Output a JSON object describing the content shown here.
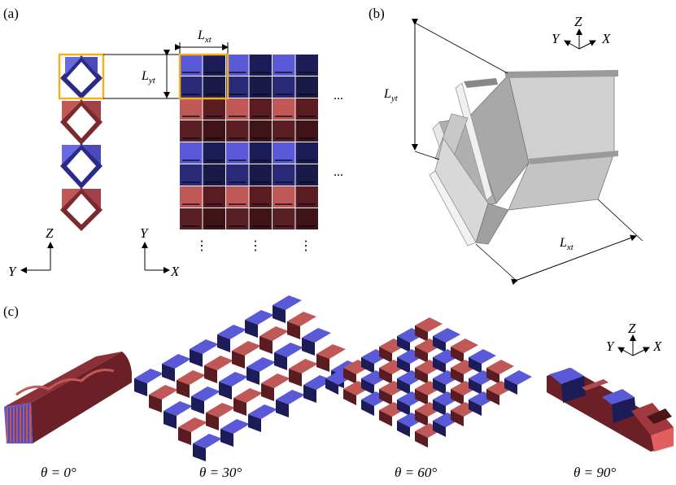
{
  "panels": {
    "a": {
      "label": "(a)",
      "lxt": "L",
      "lxt_sub": "xt",
      "lyt": "L",
      "lyt_sub": "yt",
      "axis1": {
        "vertical": "Z",
        "horizontal": "Y"
      },
      "axis2": {
        "vertical": "Y",
        "horizontal": "X"
      },
      "hellipsis": "...",
      "vellipsis": "⋮"
    },
    "b": {
      "label": "(b)",
      "lyt": "L",
      "lyt_sub": "yt",
      "lxt": "L",
      "lxt_sub": "xt",
      "axes": {
        "z": "Z",
        "y": "Y",
        "x": "X"
      }
    },
    "c": {
      "label": "(c)",
      "axes": {
        "z": "Z",
        "y": "Y",
        "x": "X"
      },
      "angles": [
        "θ = 0°",
        "θ = 30°",
        "θ = 60°",
        "θ = 90°"
      ]
    }
  },
  "colors": {
    "blue": "#5a5ad8",
    "darkblue": "#1c1c58",
    "red": "#c05858",
    "darkred": "#5a1c20",
    "highlight": "#f0b020",
    "gray": "#b8b8b8"
  }
}
